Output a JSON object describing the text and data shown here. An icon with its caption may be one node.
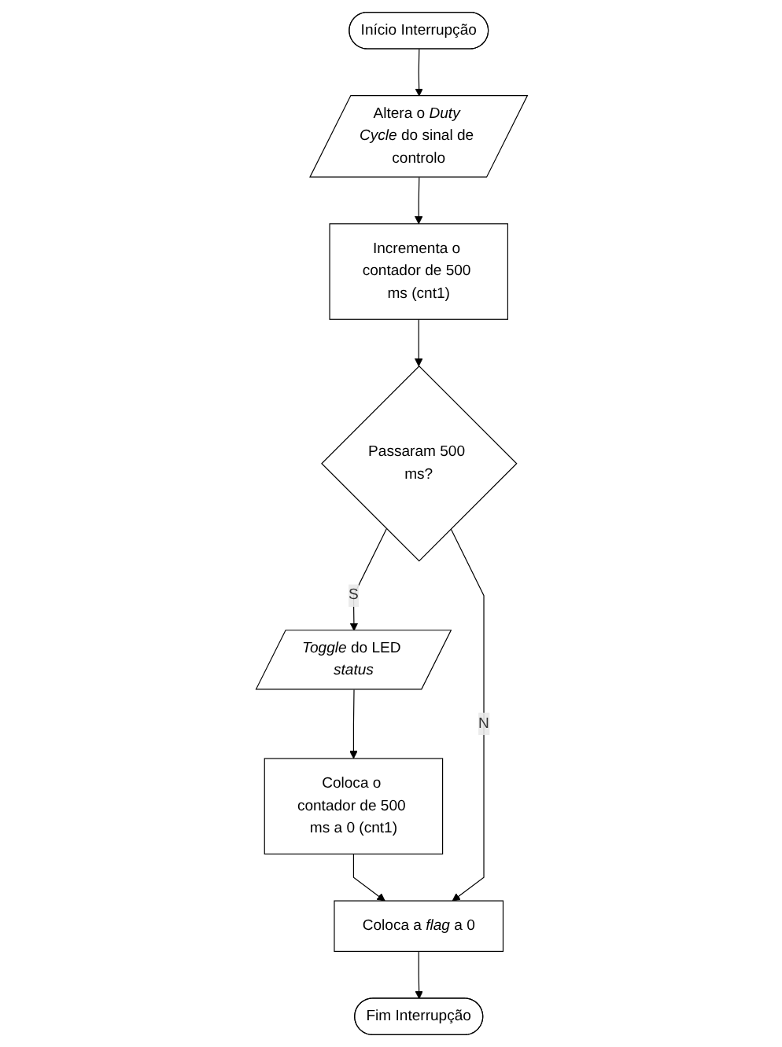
{
  "diagram": {
    "nodes": [
      {
        "text": [
          "Início Interrupção"
        ]
      },
      {
        "text": [
          "Altera o *Duty Cycle* do sinal de controlo"
        ]
      },
      {
        "text": [
          "Incrementa o contador de 500 ms (cnt1)"
        ]
      },
      {
        "text": [
          "Passaram 500 ms?"
        ]
      },
      {
        "text": [
          "*Toggle* do LED *status*"
        ]
      },
      {
        "text": [
          "Coloca o contador de 500 ms a 0 (cnt1)"
        ]
      },
      {
        "text": [
          "Coloca a *flag* a 0"
        ]
      },
      {
        "text": [
          "Fim Interrupção"
        ]
      }
    ],
    "edges": [
      {
        "from": 0,
        "to": 1,
        "arrow": "to"
      },
      {
        "from": 1,
        "to": 2,
        "arrow": "to"
      },
      {
        "from": 2,
        "to": 3,
        "arrow": "to"
      },
      {
        "from": 3,
        "to": 4,
        "arrow": "to",
        "label": "S"
      },
      {
        "from": 4,
        "to": 5,
        "arrow": "to"
      },
      {
        "from": 5,
        "to": 6,
        "arrow": "to"
      },
      {
        "from": 3,
        "to": 6,
        "arrow": "to",
        "label": "N"
      },
      {
        "from": 6,
        "to": 7,
        "arrow": "to"
      }
    ]
  }
}
